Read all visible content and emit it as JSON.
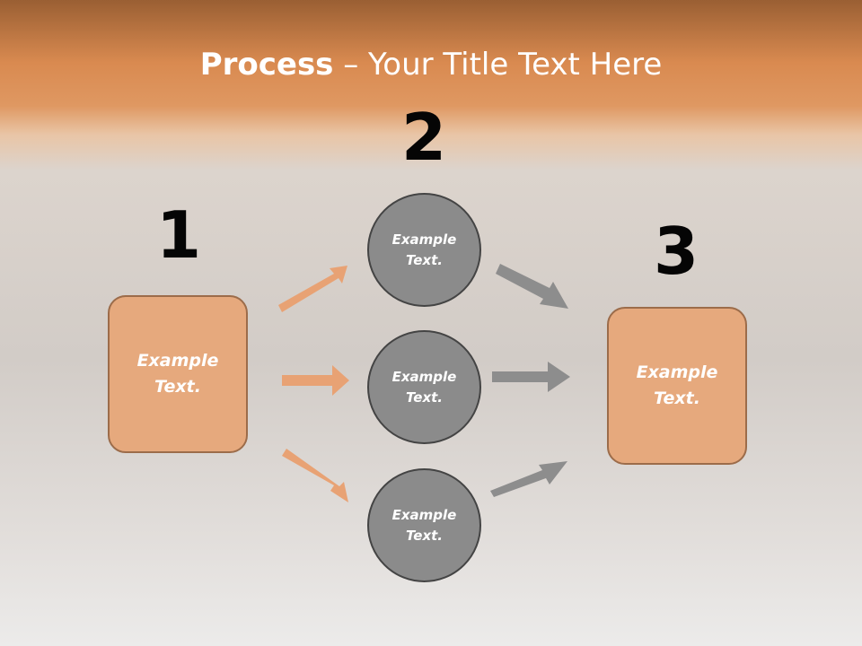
{
  "title": {
    "bold": "Process",
    "rest": " – Your Title Text Here"
  },
  "steps": {
    "one": "1",
    "two": "2",
    "three": "3"
  },
  "left_box": {
    "line1": "Example",
    "line2": "Text."
  },
  "right_box": {
    "line1": "Example",
    "line2": "Text."
  },
  "circles": [
    {
      "line1": "Example",
      "line2": "Text."
    },
    {
      "line1": "Example",
      "line2": "Text."
    },
    {
      "line1": "Example",
      "line2": "Text."
    }
  ],
  "colors": {
    "orange_box": "#e6a97d",
    "orange_arrow": "#e8a274",
    "gray_circle": "#8b8b8b",
    "gray_arrow": "#8d8d8d"
  },
  "icons": [
    "arrow-right",
    "arrow-right-up",
    "arrow-right-down"
  ]
}
